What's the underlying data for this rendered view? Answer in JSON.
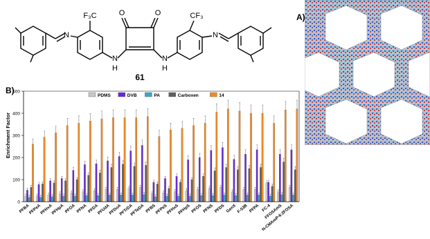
{
  "figure": {
    "panel_a_label": "A)",
    "panel_b_label": "B)",
    "compound_number": "61",
    "atom_labels": {
      "cf3_left": "F₃C",
      "cf3_right": "CF₃",
      "n_left": "N",
      "n_right": "N",
      "nh_left": "N",
      "nh_right": "N",
      "h_left": "H",
      "h_right": "H",
      "o_left": "O",
      "o_right": "O"
    }
  },
  "chart_data": {
    "type": "bar",
    "ylabel": "Enrichment Factor",
    "xlabel": "",
    "ylim": [
      0,
      500
    ],
    "yticks": [
      0,
      100,
      200,
      300,
      400,
      500
    ],
    "legend_position": "top",
    "categories": [
      "PFBA",
      "PFPeA",
      "PFHxA",
      "PFHpA",
      "PFOA",
      "PFNA",
      "PFDA",
      "PFUdA",
      "PFDoA",
      "PFTrDA",
      "PFTeDA",
      "PFBS",
      "PFPeS",
      "PFHxS",
      "PFHpS",
      "PFOS",
      "PFNS",
      "PFDS",
      "GenX",
      "F-53B",
      "PFPA",
      "FC-4",
      "FFOSAmS",
      "N-CMAmP-6:2FOSA"
    ],
    "series": [
      {
        "name": "PDMS",
        "color": "#c8c8c8",
        "values": [
          25,
          25,
          30,
          35,
          40,
          45,
          50,
          55,
          55,
          60,
          65,
          35,
          40,
          45,
          50,
          55,
          60,
          65,
          45,
          55,
          55,
          85,
          45,
          65
        ]
      },
      {
        "name": "DVB",
        "color": "#6a2ad8",
        "values": [
          52,
          78,
          95,
          105,
          142,
          168,
          172,
          185,
          205,
          230,
          255,
          88,
          105,
          115,
          190,
          200,
          232,
          245,
          192,
          215,
          235,
          88,
          215,
          235
        ]
      },
      {
        "name": "PA",
        "color": "#3aa8c8",
        "values": [
          20,
          20,
          22,
          25,
          25,
          28,
          28,
          30,
          30,
          30,
          32,
          22,
          25,
          25,
          25,
          28,
          28,
          30,
          28,
          30,
          30,
          25,
          32,
          30
        ]
      },
      {
        "name": "Carboxen",
        "color": "#606060",
        "values": [
          65,
          80,
          85,
          95,
          100,
          120,
          130,
          155,
          170,
          160,
          165,
          80,
          60,
          88,
          100,
          115,
          140,
          155,
          145,
          150,
          155,
          70,
          180,
          145
        ]
      },
      {
        "name": "14",
        "color": "#f08a24",
        "values": [
          260,
          292,
          312,
          345,
          355,
          365,
          375,
          380,
          380,
          380,
          385,
          295,
          325,
          332,
          345,
          355,
          405,
          420,
          410,
          400,
          400,
          355,
          415,
          420
        ]
      }
    ]
  }
}
